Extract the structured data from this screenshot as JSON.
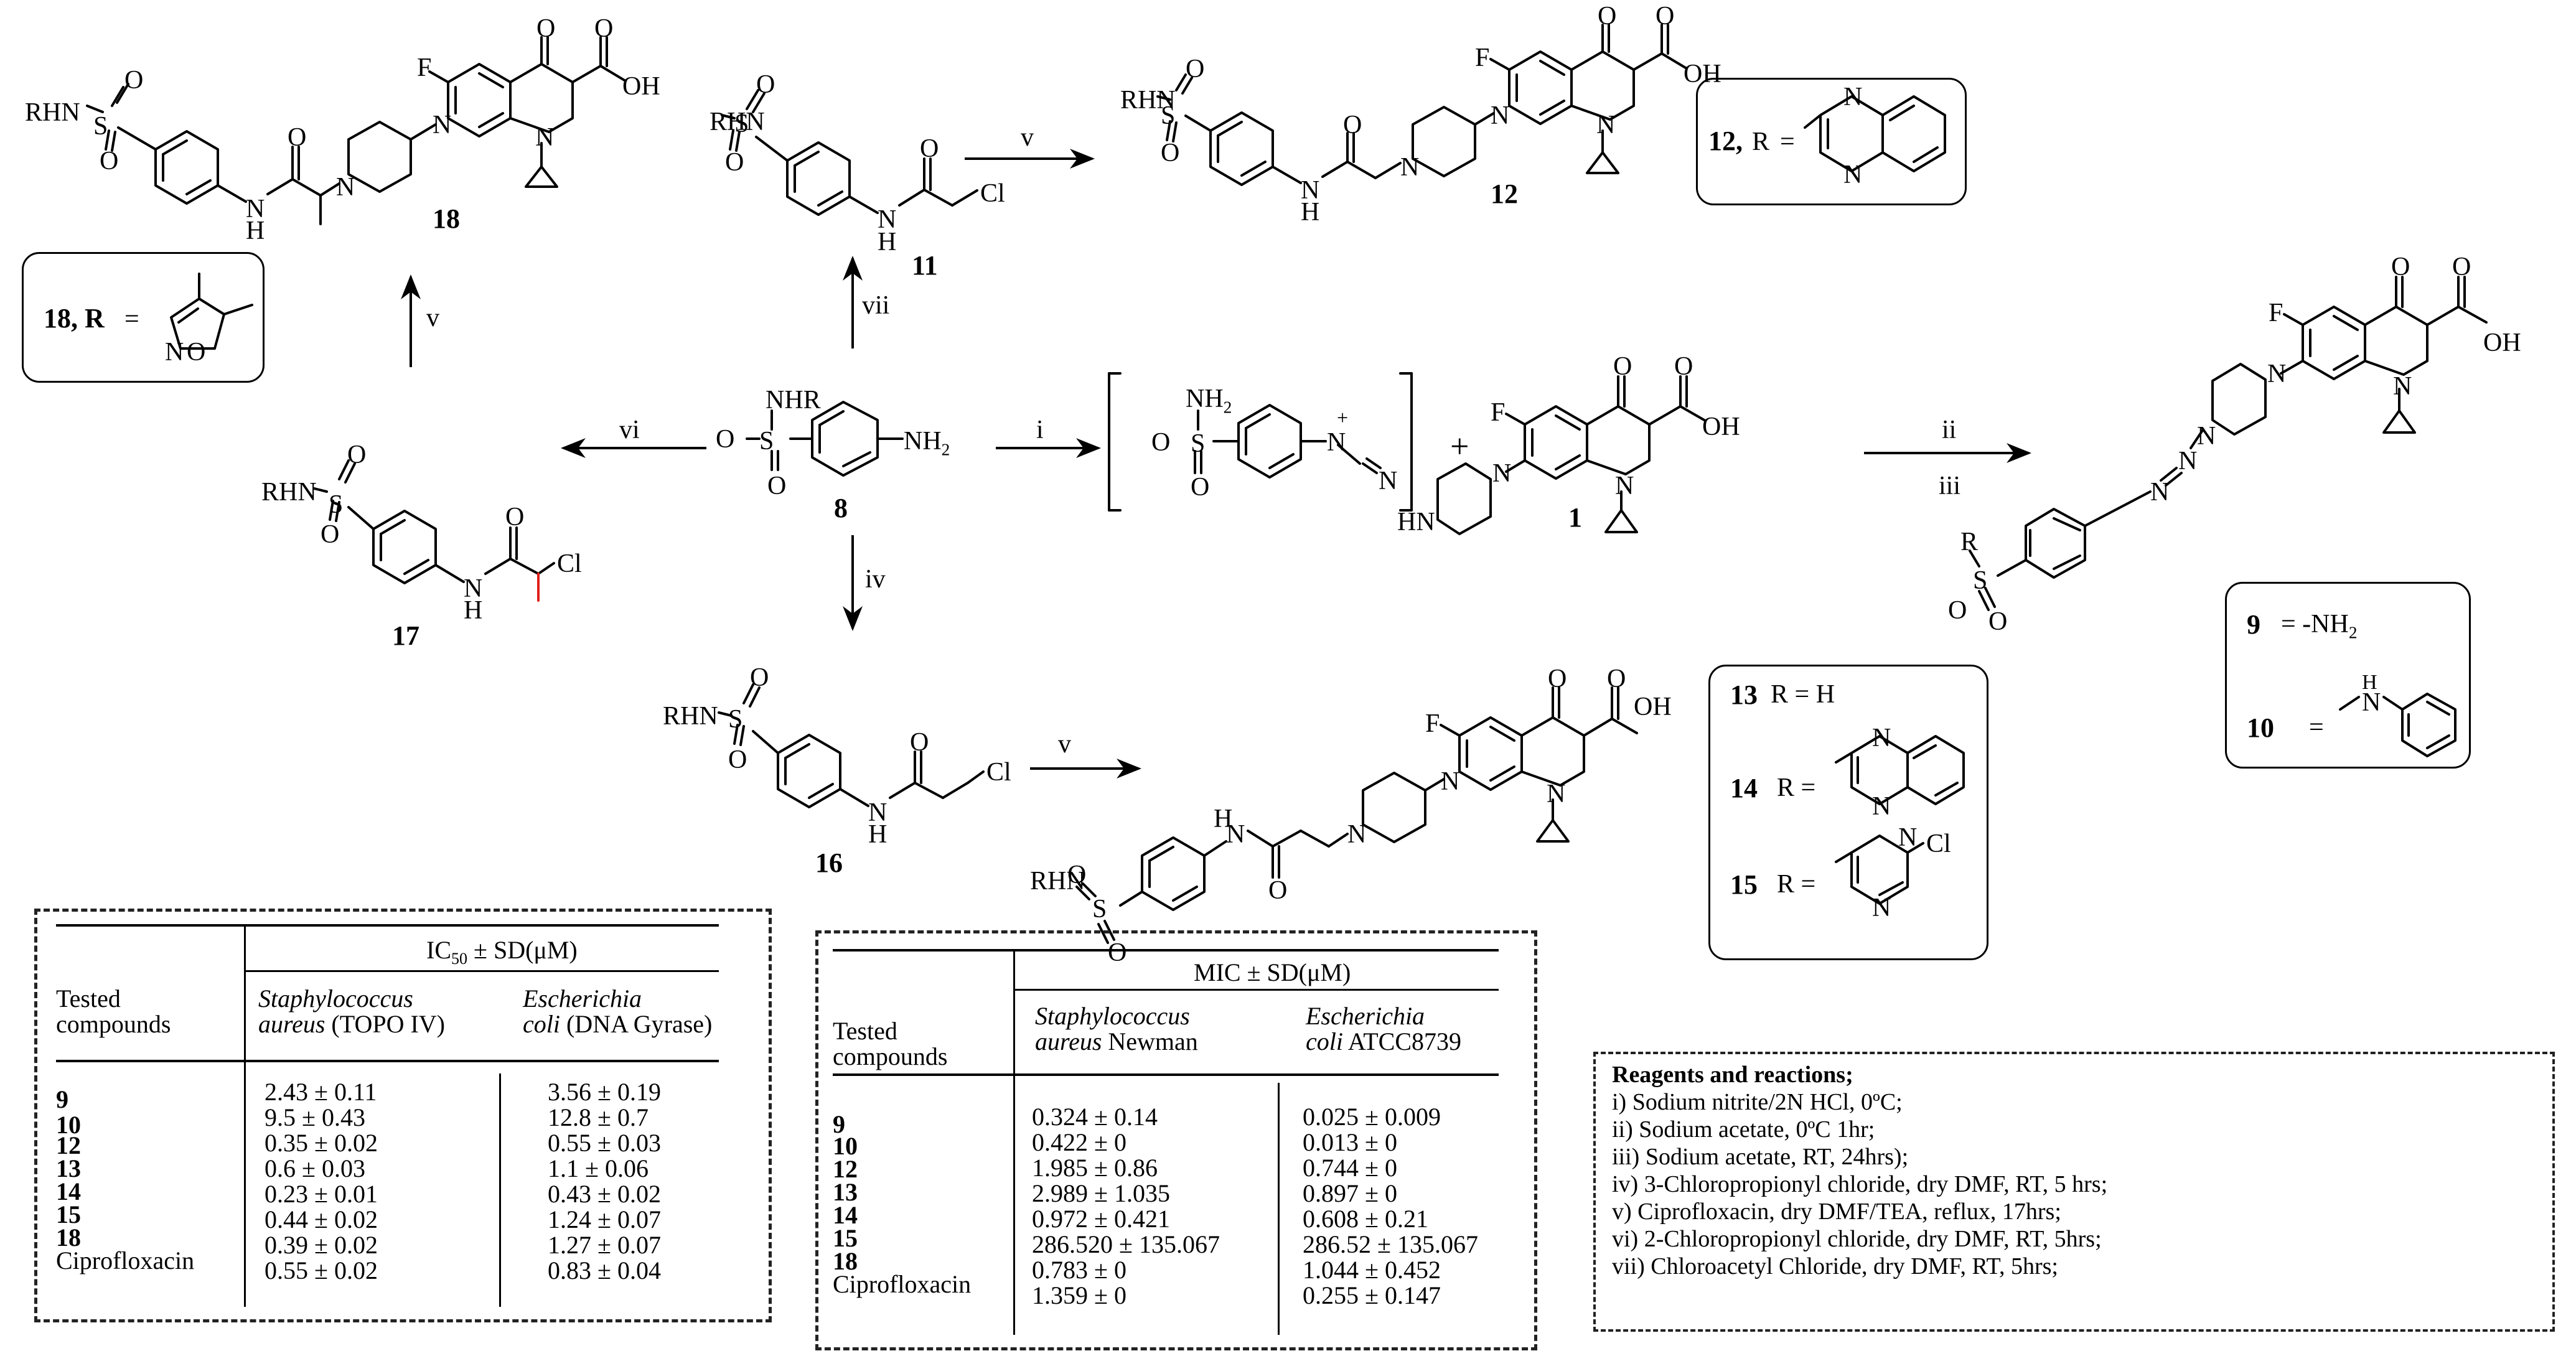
{
  "compounds": {
    "c18": "18",
    "c11": "11",
    "c12": "12",
    "c8": "8",
    "c1": "1",
    "c17": "17",
    "c16": "16"
  },
  "atoms": {
    "rhn": "RHN",
    "f": "F",
    "o": "O",
    "oh": "OH",
    "s": "S",
    "n": "N",
    "h": "H",
    "cl": "Cl",
    "nhr": "NHR",
    "nh2": "NH",
    "nh2_sub": "2",
    "hn": "HN",
    "r": "R",
    "plus": "+"
  },
  "arrows": {
    "i": "i",
    "ii": "ii",
    "iii": "iii",
    "iv": "iv",
    "v_top": "v",
    "v_left": "v",
    "v_bottom": "v",
    "vi": "vi",
    "vii": "vii"
  },
  "plus_sign": "+",
  "boxes": {
    "b12": {
      "label": "12,",
      "r": "R",
      "eq": "="
    },
    "b18": {
      "label": "18, R",
      "eq": "="
    },
    "b9_10": {
      "l9": "9",
      "v9": "= -NH",
      "v9_sub": "2",
      "l10": "10",
      "eq10": "="
    },
    "b13_15": {
      "l13": "13",
      "v13": "R =  H",
      "l14": "14",
      "v14": "R =",
      "l15": "15",
      "v15": "R ="
    }
  },
  "table_ic50": {
    "header_main": "IC",
    "header_sub": "50",
    "header_rest": " ± SD(μM)",
    "col0_header": [
      "Tested",
      "compounds"
    ],
    "col1_header": [
      "Staphylococcus",
      "aureus",
      " (TOPO IV)"
    ],
    "col2_header": [
      "Escherichia",
      "coli",
      " (DNA Gyrase)"
    ],
    "rows": [
      "9",
      "10",
      "12",
      "13",
      "14",
      "15",
      "18",
      "Ciprofloxacin"
    ],
    "col1_values": [
      "2.43 ± 0.11",
      "9.5 ± 0.43",
      "0.35 ± 0.02",
      "0.6 ± 0.03",
      "0.23 ± 0.01",
      "0.44 ± 0.02",
      "0.39 ± 0.02",
      "0.55 ± 0.02"
    ],
    "col2_values": [
      "3.56 ± 0.19",
      "12.8 ± 0.7",
      "0.55 ± 0.03",
      "1.1 ± 0.06",
      "0.43 ± 0.02",
      "1.24 ± 0.07",
      "1.27 ± 0.07",
      "0.83 ± 0.04"
    ]
  },
  "table_mic": {
    "header": "MIC ± SD(μM)",
    "col0_header": [
      "Tested",
      "compounds"
    ],
    "col1_header": [
      "Staphylococcus",
      "aureus",
      " Newman"
    ],
    "col2_header": [
      "Escherichia",
      "coli",
      " ATCC8739"
    ],
    "rows": [
      "9",
      "10",
      "12",
      "13",
      "14",
      "15",
      "18",
      "Ciprofloxacin"
    ],
    "col1_values": [
      "0.324 ± 0.14",
      "0.422 ± 0",
      "1.985 ± 0.86",
      "2.989 ± 1.035",
      "0.972 ± 0.421",
      "286.520 ± 135.067",
      "0.783 ± 0",
      "1.359 ± 0"
    ],
    "col2_values": [
      "0.025 ± 0.009",
      "0.013 ± 0",
      "0.744 ± 0",
      "0.897 ± 0",
      "0.608 ± 0.21",
      "286.52 ± 135.067",
      "1.044 ± 0.452",
      "0.255 ± 0.147"
    ]
  },
  "reagents": {
    "title": "Reagents and reactions;",
    "items": [
      "i) Sodium nitrite/2N HCl, 0ºC;",
      "ii) Sodium acetate, 0ºC 1hr;",
      "iii) Sodium acetate, RT, 24hrs);",
      "iv) 3-Chloropropionyl chloride, dry DMF, RT, 5 hrs;",
      "v) Ciprofloxacin, dry DMF/TEA, reflux, 17hrs;",
      "vi) 2-Chloropropionyl chloride, dry DMF, RT, 5hrs;",
      "vii) Chloroacetyl Chloride, dry DMF, RT, 5hrs;"
    ]
  },
  "colors": {
    "ink": "#000000",
    "highlight_bond": "#e0201a"
  }
}
